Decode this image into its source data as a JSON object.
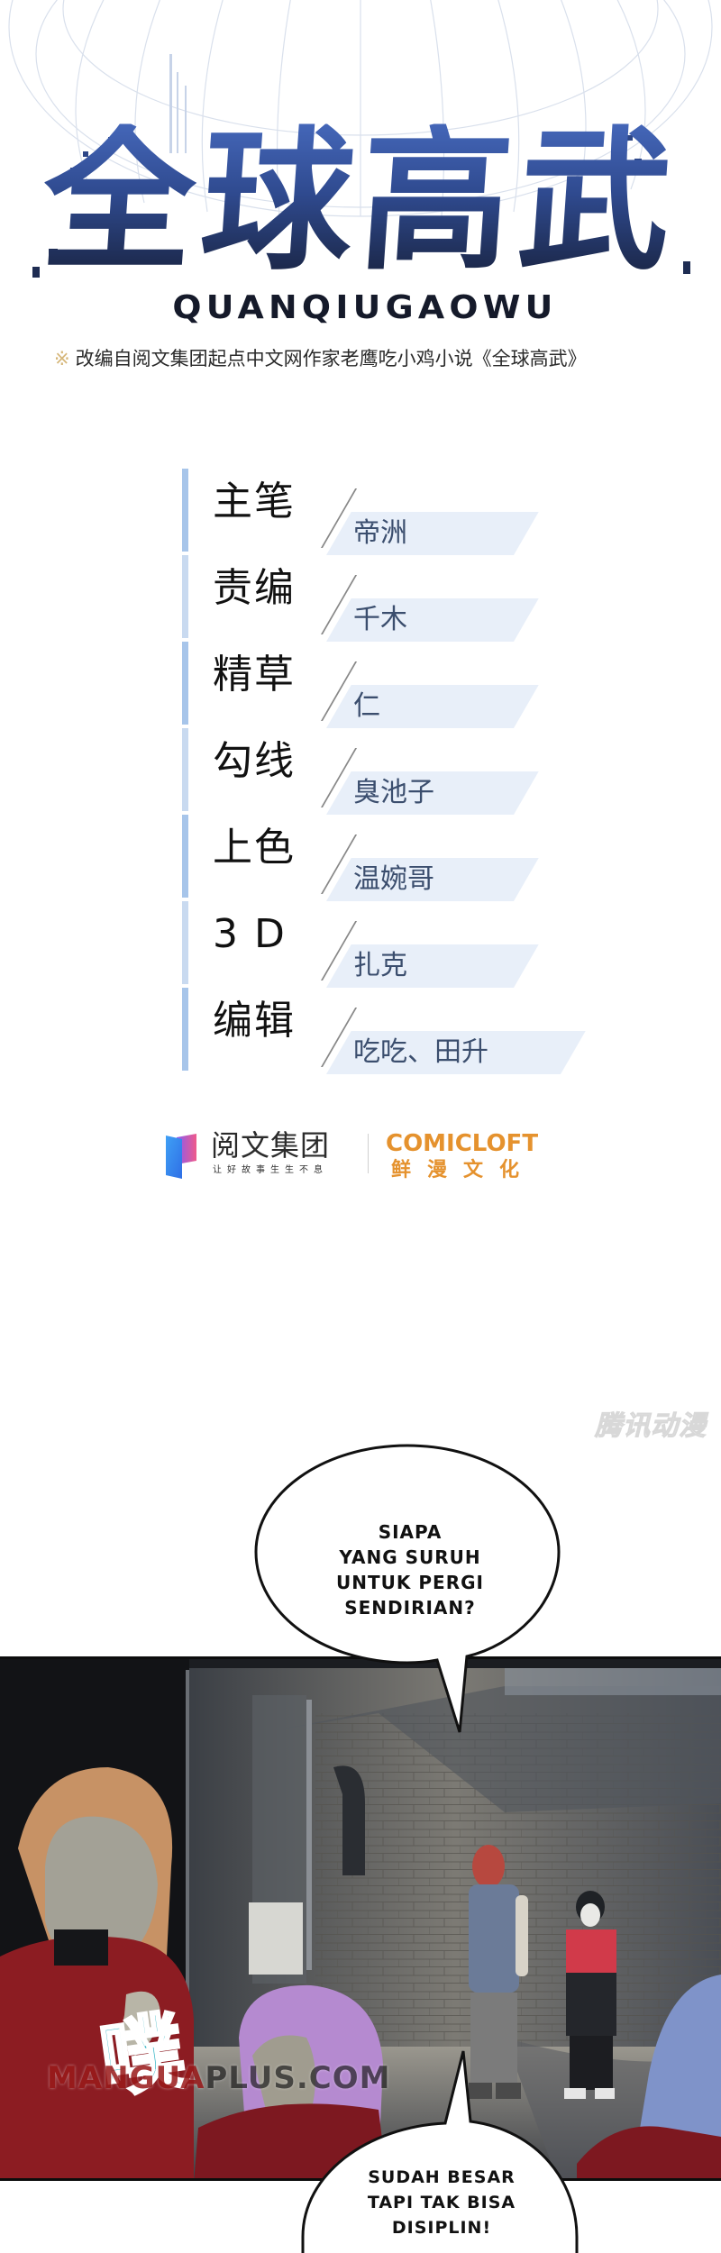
{
  "header": {
    "title_cn": "全球高武",
    "title_romaji": "QUANQIUGAOWU",
    "subtitle_mark": "※",
    "subtitle": "改编自阅文集团起点中文网作家老鹰吃小鸡小说《全球高武》",
    "colors": {
      "title_top": "#4466b8",
      "title_bottom": "#1a2544",
      "subtitle_mark": "#d6b77a"
    }
  },
  "credits": [
    {
      "role": "主笔",
      "name": "帝洲"
    },
    {
      "role": "责编",
      "name": "千木"
    },
    {
      "role": "精草",
      "name": "仁"
    },
    {
      "role": "勾线",
      "name": "臭池子"
    },
    {
      "role": "上色",
      "name": "温婉哥"
    },
    {
      "role": "3 D",
      "name": "扎克"
    },
    {
      "role": "编辑",
      "name": "吃吃、田升"
    }
  ],
  "publishers": {
    "yuewen_name": "阅文集团",
    "yuewen_slogan": "让好故事生生不息",
    "comicloft_en": "COMICLOFT",
    "comicloft_cn": "鲜漫文化",
    "comicloft_color": "#e5922e"
  },
  "watermarks": {
    "tencent": "腾讯动漫",
    "mangaplus_red": "MANGUA",
    "mangaplus_rest": "PLUS.COM"
  },
  "panel": {
    "bubble_top_lines": [
      "SIAPA",
      "YANG SURUH",
      "UNTUK PERGI",
      "SENDIRIAN?"
    ],
    "bubble_bottom_lines": [
      "SUDAH BESAR",
      "TAPI TAK BISA",
      "DISIPLIN!"
    ],
    "sfx": "噗"
  }
}
